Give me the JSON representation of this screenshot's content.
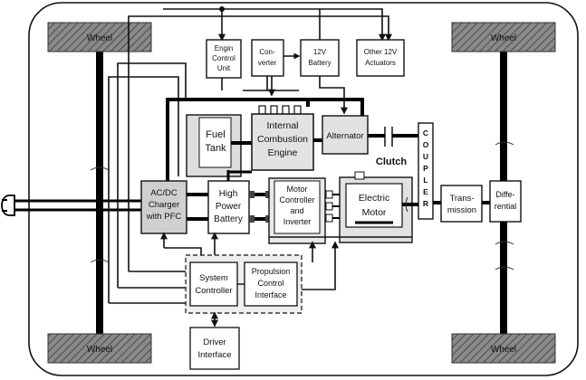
{
  "wheels": {
    "top_left": "Wheel",
    "top_right": "Wheel",
    "bottom_left": "Wheel",
    "bottom_right": "Wheel"
  },
  "blocks": {
    "engine_control": [
      "Engin",
      "Control",
      "Unit"
    ],
    "converter": [
      "Con-",
      "verter"
    ],
    "battery_12v": [
      "12V",
      "Battery"
    ],
    "other_actuators": [
      "Other 12V",
      "Actuators"
    ],
    "fuel_tank": [
      "Fuel",
      "Tank"
    ],
    "ice": [
      "Internal",
      "Combustion",
      "Engine"
    ],
    "alternator": [
      "Alternator"
    ],
    "clutch": [
      "Clutch"
    ],
    "coupler": [
      "C",
      "O",
      "U",
      "P",
      "L",
      "E",
      "R"
    ],
    "charger": [
      "AC/DC",
      "Charger",
      "with PFC"
    ],
    "hp_battery": [
      "High",
      "Power",
      "Battery"
    ],
    "motor_controller": [
      "Motor",
      "Controller",
      "and",
      "Inverter"
    ],
    "electric_motor": [
      "Electric",
      "Motor"
    ],
    "transmission": [
      "Trans-",
      "mission"
    ],
    "differential": [
      "Diffe-",
      "rential"
    ],
    "system_controller": [
      "System",
      "Controller"
    ],
    "propulsion_control": [
      "Propulsion",
      "Control",
      "Interface"
    ],
    "driver_interface": [
      "Driver",
      "Interface"
    ]
  }
}
